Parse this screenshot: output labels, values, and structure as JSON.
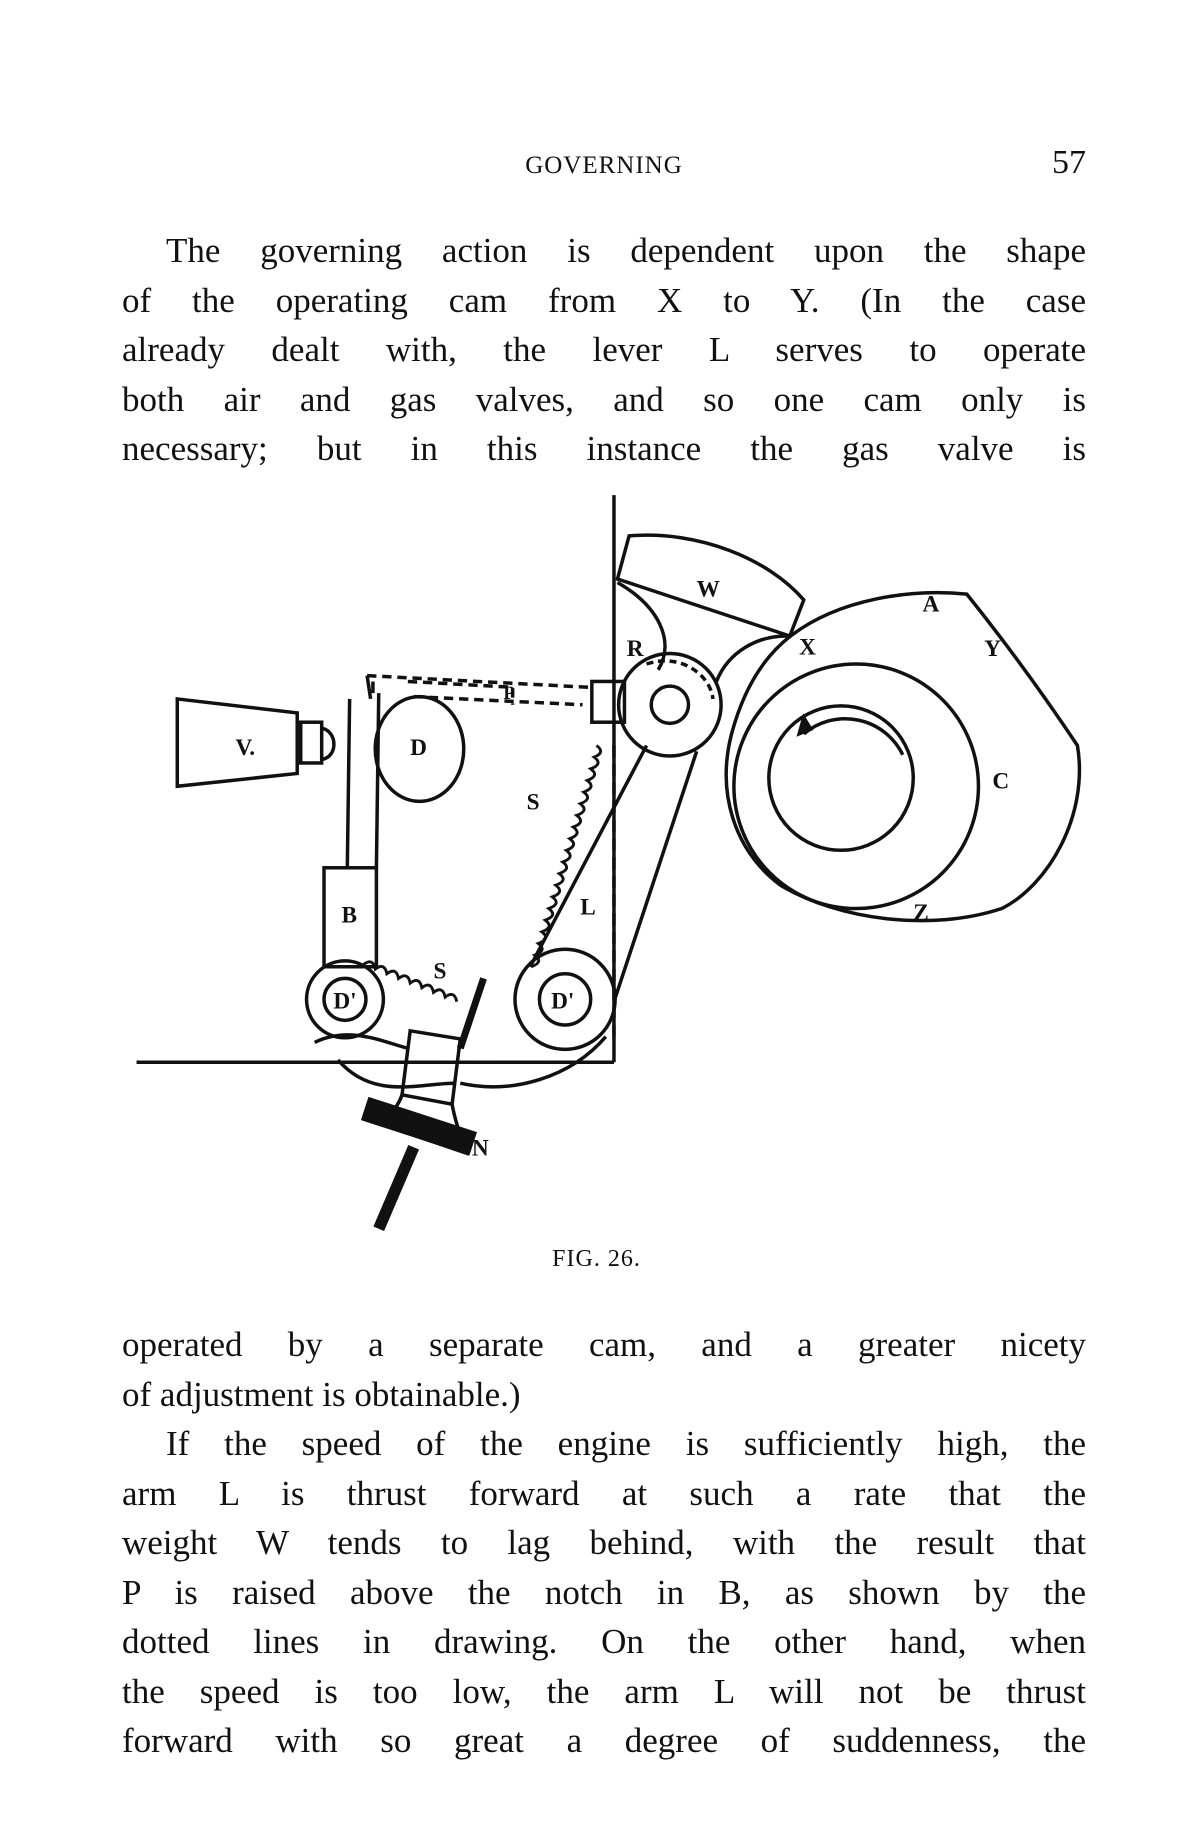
{
  "header": {
    "running_title": "GOVERNING",
    "page_number": "57"
  },
  "paragraph_1": [
    "The governing action is dependent upon the shape",
    "of the operating cam from X to Y.  (In the case",
    "already dealt with, the lever L serves to operate",
    "both air and gas valves, and so one cam only is",
    "necessary; but in this instance the gas valve is"
  ],
  "figure": {
    "caption": "FIG. 26.",
    "labels": {
      "W": "W",
      "A": "A",
      "Y": "Y",
      "X": "X",
      "R": "R",
      "C": "C",
      "Z": "Z",
      "V": "V.",
      "D": "D",
      "P": "P",
      "S_upper": "S",
      "S_lower": "S",
      "L": "L",
      "B": "B",
      "D1_left": "D'",
      "D1_right": "D'",
      "N": "N"
    }
  },
  "paragraph_2": [
    "operated by a separate cam, and a greater nicety",
    "of adjustment is obtainable.)"
  ],
  "paragraph_3": [
    "If the speed of the engine is sufficiently high, the",
    "arm L is thrust forward at such a rate that the",
    "weight W tends to lag behind, with the result that",
    "P is raised above the notch in B, as shown by the",
    "dotted lines in drawing.  On the other hand, when",
    "the speed is too low, the arm L will not be thrust",
    "forward with so great a degree of suddenness, the"
  ]
}
